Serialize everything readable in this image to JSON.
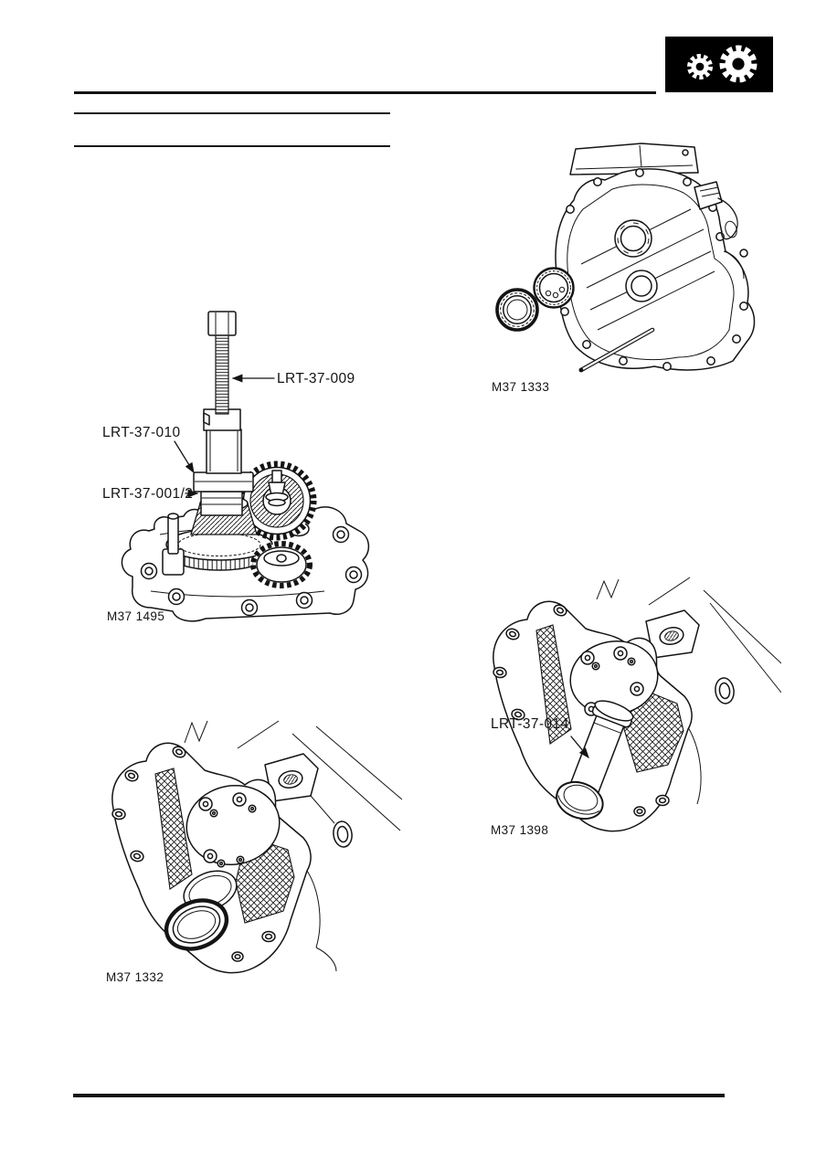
{
  "page": {
    "background": "#ffffff",
    "ink": "#141414"
  },
  "header": {
    "section_icon": {
      "name": "gears-icon",
      "background": "#000000",
      "foreground": "#ffffff"
    }
  },
  "figures": [
    {
      "caption": "M37 1495",
      "alt": "Extractor tool with threaded bolt fitted to gear on gearbox end cover",
      "labels": [
        "LRT-37-009",
        "LRT-37-010",
        "LRT-37-001/2"
      ]
    },
    {
      "caption": "M37 1333",
      "alt": "Gearbox housing with bearing and oil seal removed",
      "labels": []
    },
    {
      "caption": "M37 1332",
      "alt": "End plate with seal fitted in housing bore",
      "labels": []
    },
    {
      "caption": "M37 1398",
      "alt": "Drift tool fitted into housing bore",
      "labels": [
        "LRT-37-014"
      ]
    }
  ]
}
